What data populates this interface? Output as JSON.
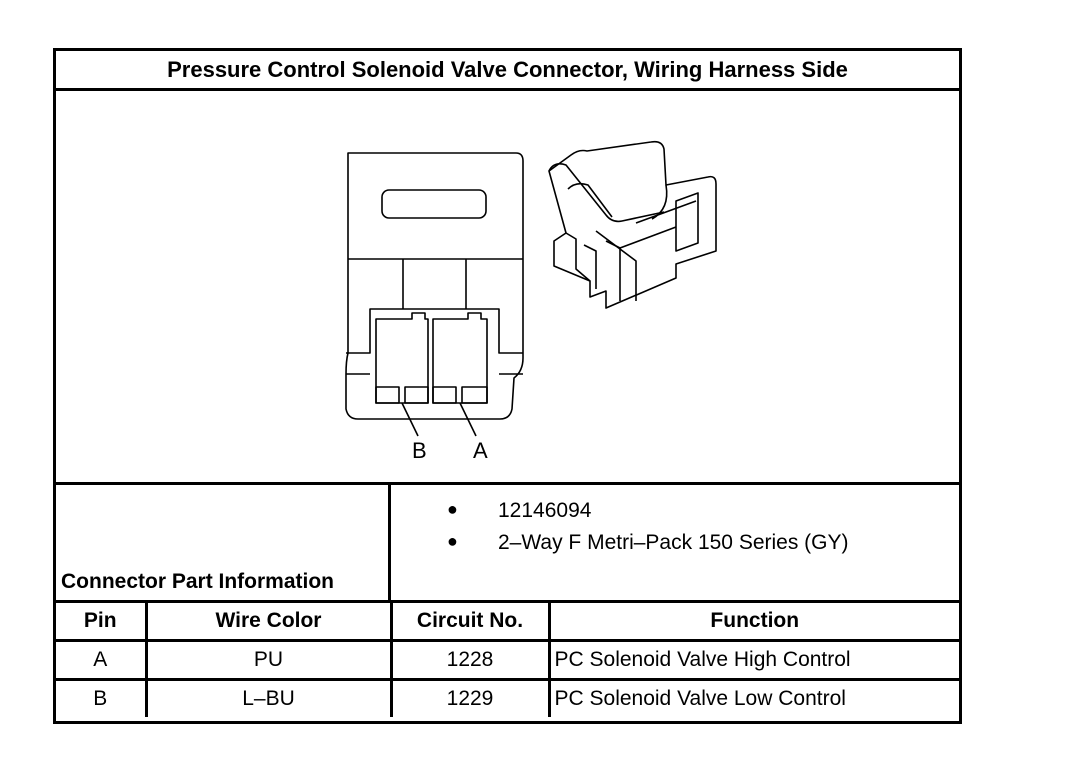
{
  "title": "Pressure Control Solenoid Valve Connector, Wiring Harness Side",
  "pins_diagram": {
    "label_b": "B",
    "label_a": "A"
  },
  "part_info": {
    "label": "Connector Part Information",
    "items": [
      "12146094",
      "2–Way F Metri–Pack 150 Series (GY)"
    ]
  },
  "table": {
    "headers": [
      "Pin",
      "Wire Color",
      "Circuit No.",
      "Function"
    ],
    "rows": [
      [
        "A",
        "PU",
        "1228",
        "PC Solenoid Valve High Control"
      ],
      [
        "B",
        "L–BU",
        "1229",
        "PC Solenoid Valve Low Control"
      ]
    ]
  }
}
